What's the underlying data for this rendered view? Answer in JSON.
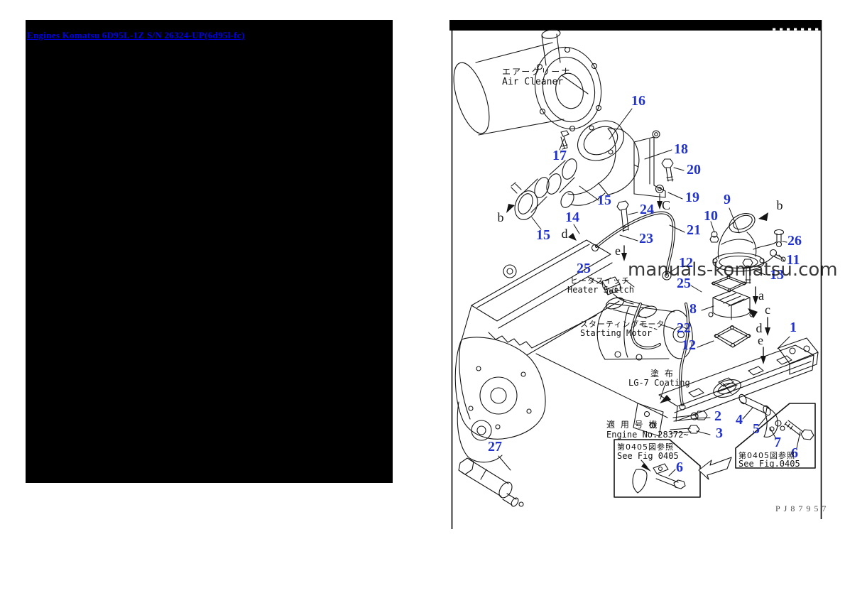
{
  "page": {
    "link_title": "Engines Komatsu 6D95L-1Z S/N 26324-UP(6d95l-fc)"
  },
  "diagram": {
    "figure_code": "PJ87957",
    "watermark": "manuals-komatsu.com",
    "labels": {
      "air_cleaner_jp": "エアークリーナ",
      "air_cleaner_en": "Air Cleaner",
      "heater_switch_jp": "ヒータスイッチ",
      "heater_switch_en": "Heater Switch",
      "starting_motor_jp": "スターティングモータ",
      "starting_motor_en": "Starting Motor",
      "coating_jp": "塗 布",
      "coating_en": "LG-7 Coating",
      "applicable_jp": "適 用 号 機",
      "applicable_engine_no": "Engine No.28372~",
      "see_fig_left_jp": "第0405図参照",
      "see_fig_left_en": "See Fig 0405",
      "see_fig_right_jp": "第0405図参照",
      "see_fig_right_en": "See Fig.0405"
    },
    "callouts": {
      "c1": "1",
      "c2": "2",
      "c3": "3",
      "c4": "4",
      "c5": "5",
      "c6a": "6",
      "c6b": "6",
      "c7": "7",
      "c8": "8",
      "c9": "9",
      "c10": "10",
      "c11": "11",
      "c12a": "12",
      "c12b": "12",
      "c13": "13",
      "c14": "14",
      "c15a": "15",
      "c15b": "15",
      "c16": "16",
      "c17": "17",
      "c18": "18",
      "c19": "19",
      "c20": "20",
      "c21": "21",
      "c22": "22",
      "c23": "23",
      "c24": "24",
      "c25a": "25",
      "c25b": "25",
      "c26": "26",
      "c27": "27"
    },
    "ref_letters": {
      "a": "a",
      "b_left": "b",
      "b_right": "b",
      "c_upper": "C",
      "c_right": "c",
      "d_left": "d",
      "d_right": "d",
      "e_left": "e",
      "e_right": "e"
    }
  },
  "colors": {
    "callout_blue": "#2233cc",
    "link_blue": "#0000ee",
    "line_black": "#141414"
  }
}
